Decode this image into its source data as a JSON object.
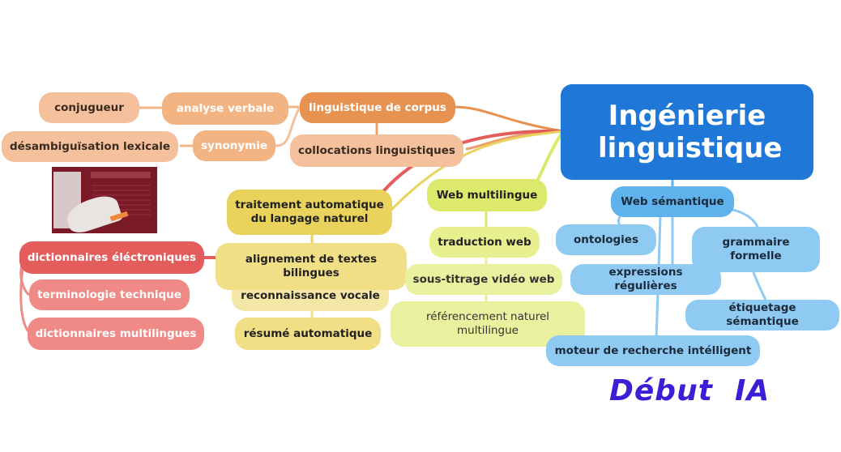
{
  "diagram": {
    "central": "Ingénierie linguistique",
    "branches": {
      "corpus": {
        "main": "linguistique de corpus",
        "collocations": "collocations linguistiques",
        "analyse_verbale": "analyse verbale",
        "synonymie": "synonymie",
        "conjugueur": "conjugueur",
        "desambiguisation": "désambiguïsation lexicale"
      },
      "dictionnaires": {
        "main": "dictionnaires éléctroniques",
        "terminologie": "terminologie technique",
        "multilingues": "dictionnaires multilingues"
      },
      "taln": {
        "main_line1": "traitement automatique",
        "main_line2": "du langage naturel",
        "alignement_line1": "alignement de textes",
        "alignement_line2": "bilingues",
        "reconnaissance": "reconnaissance vocale",
        "resume": "résumé automatique"
      },
      "web_multilingue": {
        "main": "Web multilingue",
        "traduction": "traduction web",
        "sous_titrage": "sous-titrage vidéo web",
        "referencement_line1": "référencement naturel",
        "referencement_line2": "multilingue"
      },
      "web_semantique": {
        "main": "Web sémantique",
        "ontologies": "ontologies",
        "grammaire_line1": "grammaire",
        "grammaire_line2": "formelle",
        "expressions": "expressions régulières",
        "etiquetage": "étiquetage sémantique",
        "moteur": "moteur de recherche intélligent"
      }
    },
    "caption": "Début  IA",
    "colors": {
      "central": "#1f78d8",
      "corpus": "#e89252",
      "dictionnaires": "#e35d5d",
      "taln": "#e9d35c",
      "web_multilingue": "#dde96a",
      "web_semantique": "#5fb2ec",
      "caption": "#3b1fd6"
    }
  }
}
